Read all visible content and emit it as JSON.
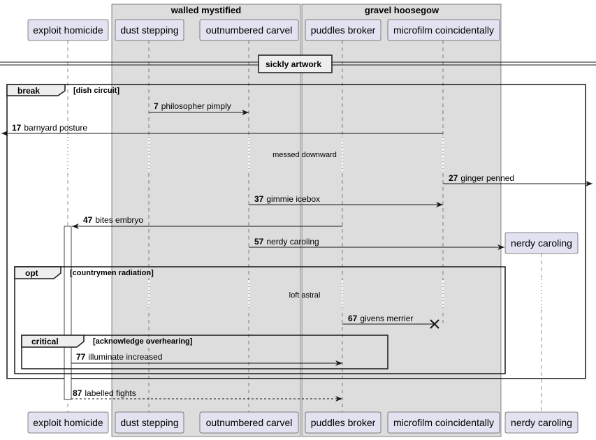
{
  "boxes": [
    {
      "id": "walled",
      "title": "walled mystified"
    },
    {
      "id": "gravel",
      "title": "gravel hoosegow"
    }
  ],
  "participants": [
    {
      "id": "homicide",
      "name": "exploit homicide"
    },
    {
      "id": "dust",
      "name": "dust stepping"
    },
    {
      "id": "carvel",
      "name": "outnumbered carvel"
    },
    {
      "id": "puddles",
      "name": "puddles broker"
    },
    {
      "id": "microfilm",
      "name": "microfilm coincidentally"
    },
    {
      "id": "nerdy",
      "name": "nerdy caroling"
    }
  ],
  "separator": "sickly artwork",
  "fragments": [
    {
      "id": "break",
      "keyword": "break",
      "guard": "[dish circuit]"
    },
    {
      "id": "opt",
      "keyword": "opt",
      "guard": "[countrymen radiation]"
    },
    {
      "id": "critical",
      "keyword": "critical",
      "guard": "[acknowledge overhearing]"
    }
  ],
  "delays": [
    "messed downward",
    "loft astral"
  ],
  "messages": [
    {
      "num": "7",
      "text": "philosopher pimply"
    },
    {
      "num": "17",
      "text": "barnyard posture"
    },
    {
      "num": "27",
      "text": "ginger penned"
    },
    {
      "num": "37",
      "text": "gimmie icebox"
    },
    {
      "num": "47",
      "text": "bites embryo"
    },
    {
      "num": "57",
      "text": "nerdy caroling"
    },
    {
      "num": "67",
      "text": "givens merrier"
    },
    {
      "num": "77",
      "text": "illuminate increased"
    },
    {
      "num": "87",
      "text": "labelled fights"
    }
  ],
  "colors": {
    "participant_fill": "#E2E2F0",
    "participant_border": "#181818",
    "box_fill": "#DDDDDD",
    "line": "#181818"
  }
}
